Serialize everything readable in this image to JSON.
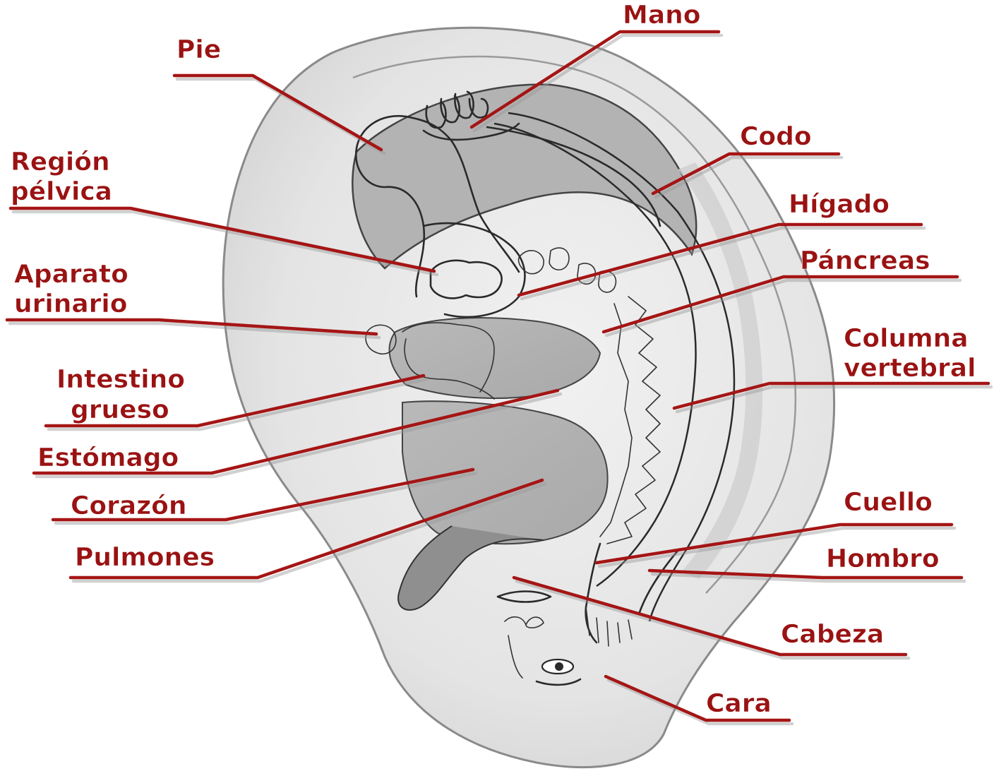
{
  "labels": {
    "pie": "Pie",
    "mano": "Mano",
    "region_pelvica_1": "Región",
    "region_pelvica_2": "pélvica",
    "codo": "Codo",
    "higado": "Hígado",
    "aparato_urinario_1": "Aparato",
    "aparato_urinario_2": "urinario",
    "pancreas": "Páncreas",
    "columna_vertebral_1": "Columna",
    "columna_vertebral_2": "vertebral",
    "intestino_grueso_1": "Intestino",
    "intestino_grueso_2": "grueso",
    "estomago": "Estómago",
    "corazon": "Corazón",
    "pulmones": "Pulmones",
    "cuello": "Cuello",
    "hombro": "Hombro",
    "cabeza": "Cabeza",
    "cara": "Cara"
  },
  "colors": {
    "label_text": "#9a1212",
    "leader_line": "#a51515",
    "ear_fill": "#e9e9e9",
    "concha_fill": "#bdbdbd",
    "outline": "#2a2a2a"
  }
}
